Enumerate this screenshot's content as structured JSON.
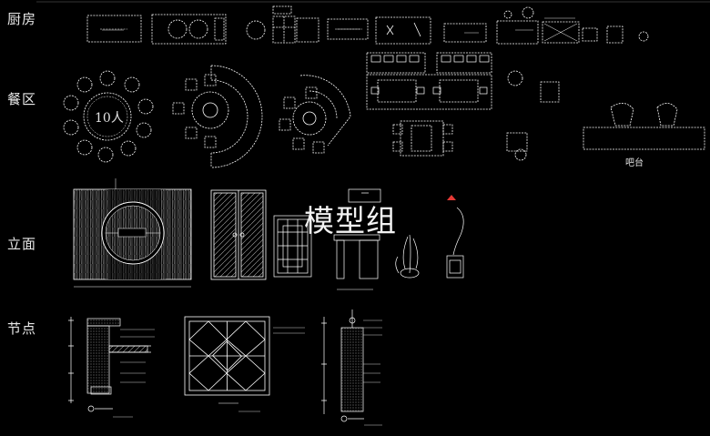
{
  "sections": {
    "kitchen": "厨房",
    "dining": "餐区",
    "elevation": "立面",
    "detail": "节点"
  },
  "watermark": "模型组",
  "labels": {
    "bar": "吧台",
    "table_ten": "10人"
  },
  "colors": {
    "background": "#000000",
    "linework": "#ffffff",
    "hatch": "#bdbdbd",
    "marker": "#e53935"
  }
}
